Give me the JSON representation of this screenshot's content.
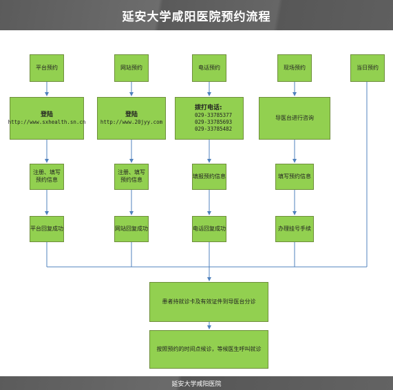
{
  "header": {
    "title": "延安大学咸阳医院预约流程"
  },
  "footer": {
    "text": "延安大学咸阳医院"
  },
  "columns": [
    {
      "top": "平台预约",
      "login_title": "登陆",
      "login_url": "http://www.sxhealth.sn.cn",
      "register": [
        "注册、填写",
        "预约信息"
      ],
      "success": "平台回复成功"
    },
    {
      "top": "网站预约",
      "login_title": "登陆",
      "login_url": "http://www.20jyy.com",
      "register": [
        "注册、填写",
        "预约信息"
      ],
      "success": "网站回复成功"
    },
    {
      "top": "电话预约",
      "login_title": "拨打电话:",
      "phones": [
        "029-33785377",
        "029-33785693",
        "029-33785482"
      ],
      "register": [
        "填报预约信息"
      ],
      "success": "电话回复成功"
    },
    {
      "top": "现场预约",
      "login_title": "导医台进行咨询",
      "register": [
        "填写预约信息"
      ],
      "success": "办理挂号手续"
    },
    {
      "top": "当日预约"
    }
  ],
  "bottom": {
    "step1": "患者持就诊卡及有效证件到导医台分诊",
    "step2": "按照预约的时间点候诊，等候医生呼叫就诊"
  }
}
